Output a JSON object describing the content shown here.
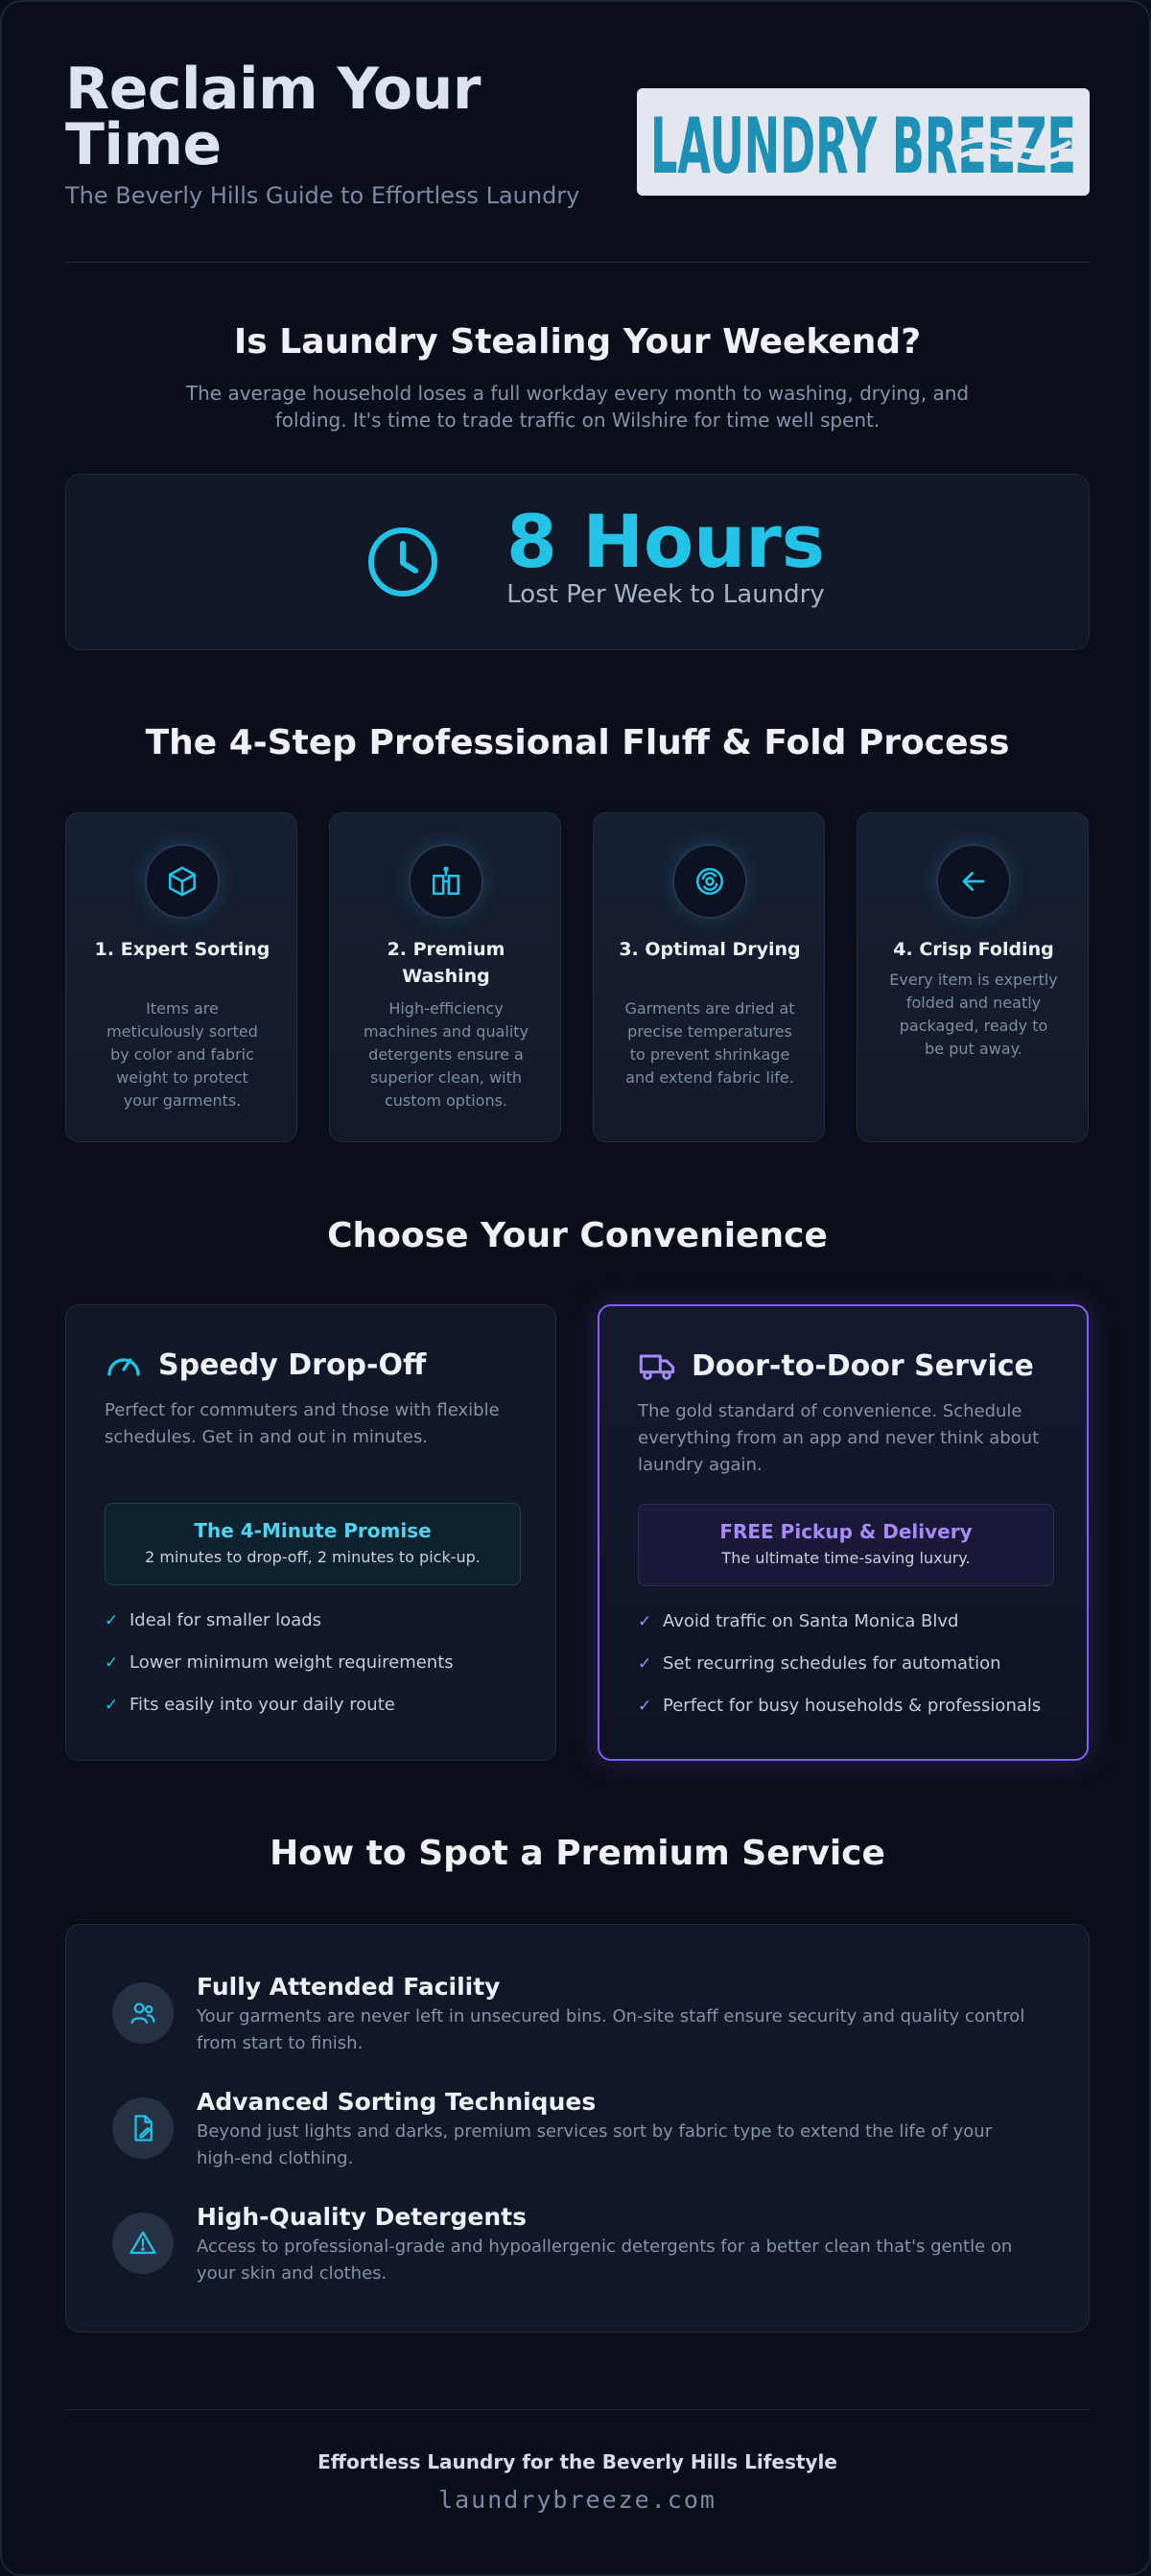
{
  "header": {
    "title": "Reclaim Your Time",
    "subtitle": "The Beverly Hills Guide to Effortless Laundry",
    "logo_text": "LAUNDRY BREEZE"
  },
  "intro": {
    "title": "Is Laundry Stealing Your Weekend?",
    "description": "The average household loses a full workday every month to washing, drying, and folding. It's time to trade traffic on Wilshire for time well spent."
  },
  "stat": {
    "icon": "clock-icon",
    "value": "8 Hours",
    "label": "Lost Per Week to Laundry"
  },
  "process": {
    "title": "The 4-Step Professional Fluff & Fold Process",
    "steps": [
      {
        "icon": "box-icon",
        "title": "1. Expert Sorting",
        "description": "Items are meticulously sorted by color and fabric weight to protect your garments."
      },
      {
        "icon": "washer-icon",
        "title": "2. Premium Washing",
        "description": "High-efficiency machines and quality detergents ensure a superior clean, with custom options."
      },
      {
        "icon": "dryer-icon",
        "title": "3. Optimal Drying",
        "description": "Garments are dried at precise temperatures to prevent shrinkage and extend fabric life."
      },
      {
        "icon": "arrow-left-icon",
        "title": "4. Crisp Folding",
        "description": "Every item is expertly folded and neatly packaged, ready to be put away."
      }
    ]
  },
  "convenience": {
    "title": "Choose Your Convenience",
    "dropoff": {
      "icon": "speedometer-icon",
      "title": "Speedy Drop-Off",
      "description": "Perfect for commuters and those with flexible schedules. Get in and out in minutes.",
      "promise_title": "The 4-Minute Promise",
      "promise_sub": "2 minutes to drop-off, 2 minutes to pick-up.",
      "features": [
        "Ideal for smaller loads",
        "Lower minimum weight requirements",
        "Fits easily into your daily route"
      ],
      "accent": "#22c3e6"
    },
    "door": {
      "icon": "truck-icon",
      "title": "Door-to-Door Service",
      "description": "The gold standard of convenience. Schedule everything from an app and never think about laundry again.",
      "promise_title": "FREE Pickup & Delivery",
      "promise_sub": "The ultimate time-saving luxury.",
      "features": [
        "Avoid traffic on Santa Monica Blvd",
        "Set recurring schedules for automation",
        "Perfect for busy households & professionals"
      ],
      "accent": "#a78bfa"
    }
  },
  "premium": {
    "title": "How to Spot a Premium Service",
    "items": [
      {
        "icon": "users-icon",
        "title": "Fully Attended Facility",
        "description": "Your garments are never left in unsecured bins. On-site staff ensure security and quality control from start to finish."
      },
      {
        "icon": "document-edit-icon",
        "title": "Advanced Sorting Techniques",
        "description": "Beyond just lights and darks, premium services sort by fabric type to extend the life of your high-end clothing."
      },
      {
        "icon": "warning-icon",
        "title": "High-Quality Detergents",
        "description": "Access to professional-grade and hypoallergenic detergents for a better clean that's gentle on your skin and clothes."
      }
    ]
  },
  "footer": {
    "tagline": "Effortless Laundry for the Beverly Hills Lifestyle",
    "url": "laundrybreeze.com"
  }
}
